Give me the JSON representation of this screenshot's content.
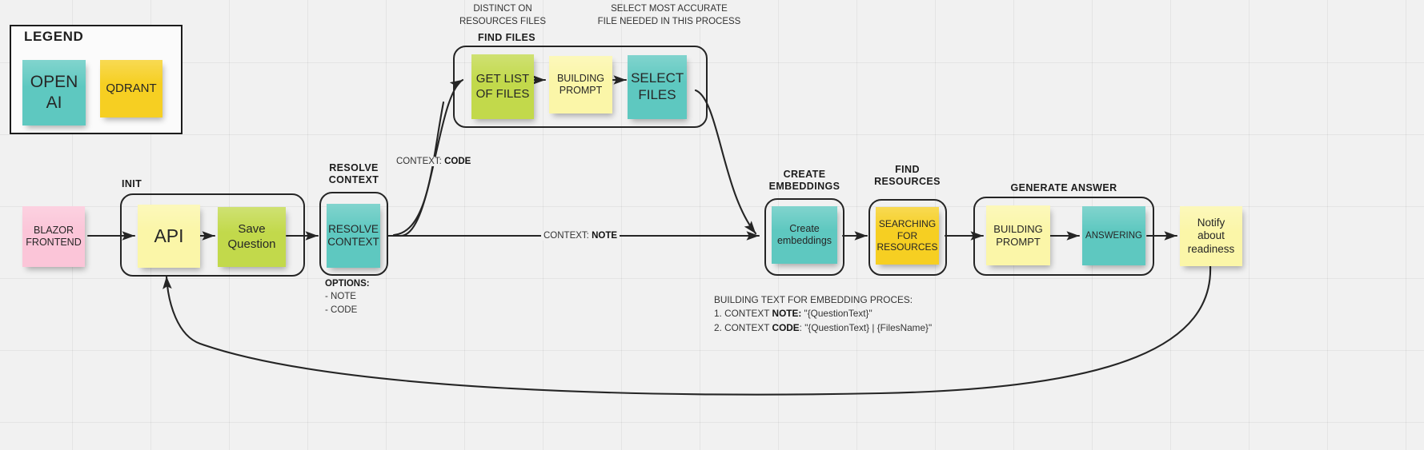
{
  "legend": {
    "title": "LEGEND",
    "items": [
      {
        "label": "OPEN AI",
        "color": "#5ec8c0",
        "kind": "teal"
      },
      {
        "label": "QDRANT",
        "color": "#f6cf22",
        "kind": "yellow"
      }
    ]
  },
  "groups": {
    "init": {
      "label": "INIT"
    },
    "resolve_context": {
      "label": "RESOLVE CONTEXT"
    },
    "find_files": {
      "label": "FIND FILES"
    },
    "create_embeddings": {
      "label": "CREATE EMBEDDINGS"
    },
    "find_resources": {
      "label": "FIND RESOURCES"
    },
    "generate_answer": {
      "label": "GENERATE ANSWER"
    }
  },
  "nodes": {
    "blazor_frontend": {
      "label": "BLAZOR FRONTEND",
      "color": "#fbc5d8"
    },
    "api": {
      "label": "API",
      "color": "#fbf6a8"
    },
    "save_question": {
      "label": "Save Question",
      "color": "#c2d94b"
    },
    "resolve_context": {
      "label": "RESOLVE CONTEXT",
      "color": "#5ec8c0"
    },
    "get_list_of_files": {
      "label": "GET LIST OF FILES",
      "color": "#c2d94b"
    },
    "building_prompt_files": {
      "label": "BUILDING PROMPT",
      "color": "#fbf6a8"
    },
    "select_files": {
      "label": "SELECT FILES",
      "color": "#5ec8c0"
    },
    "create_embeddings": {
      "label": "Create embeddings",
      "color": "#5ec8c0"
    },
    "searching_for_resources": {
      "label": "SEARCHING FOR RESOURCES",
      "color": "#f6cf22"
    },
    "building_prompt_answer": {
      "label": "BUILDING PROMPT",
      "color": "#fbf6a8"
    },
    "answering": {
      "label": "ANSWERING",
      "color": "#5ec8c0"
    },
    "notify_about_readiness": {
      "label": "Notify about readiness",
      "color": "#fbf6a8"
    }
  },
  "annotations": {
    "distinct_on_resources_files": "DISTINCT ON RESOURCES FILES",
    "select_most_accurate": "SELECT MOST ACCURATE FILE NEEDED IN THIS PROCESS",
    "options_header": "OPTIONS:",
    "options_note": "- NOTE",
    "options_code": "- CODE"
  },
  "edge_labels": {
    "context_code_prefix": "CONTEXT: ",
    "context_code_value": "CODE",
    "context_note_prefix": "CONTEXT: ",
    "context_note_value": "NOTE"
  },
  "embedding_note": {
    "header": "BUILDING TEXT FOR EMBEDDING PROCES:",
    "line1_prefix": "1. CONTEXT ",
    "line1_bold": "NOTE:",
    "line1_suffix": " \"{QuestionText}\"",
    "line2_prefix": "2. CONTEXT ",
    "line2_bold": "CODE",
    "line2_suffix": ": \"{QuestionText} | {FilesName}\""
  }
}
